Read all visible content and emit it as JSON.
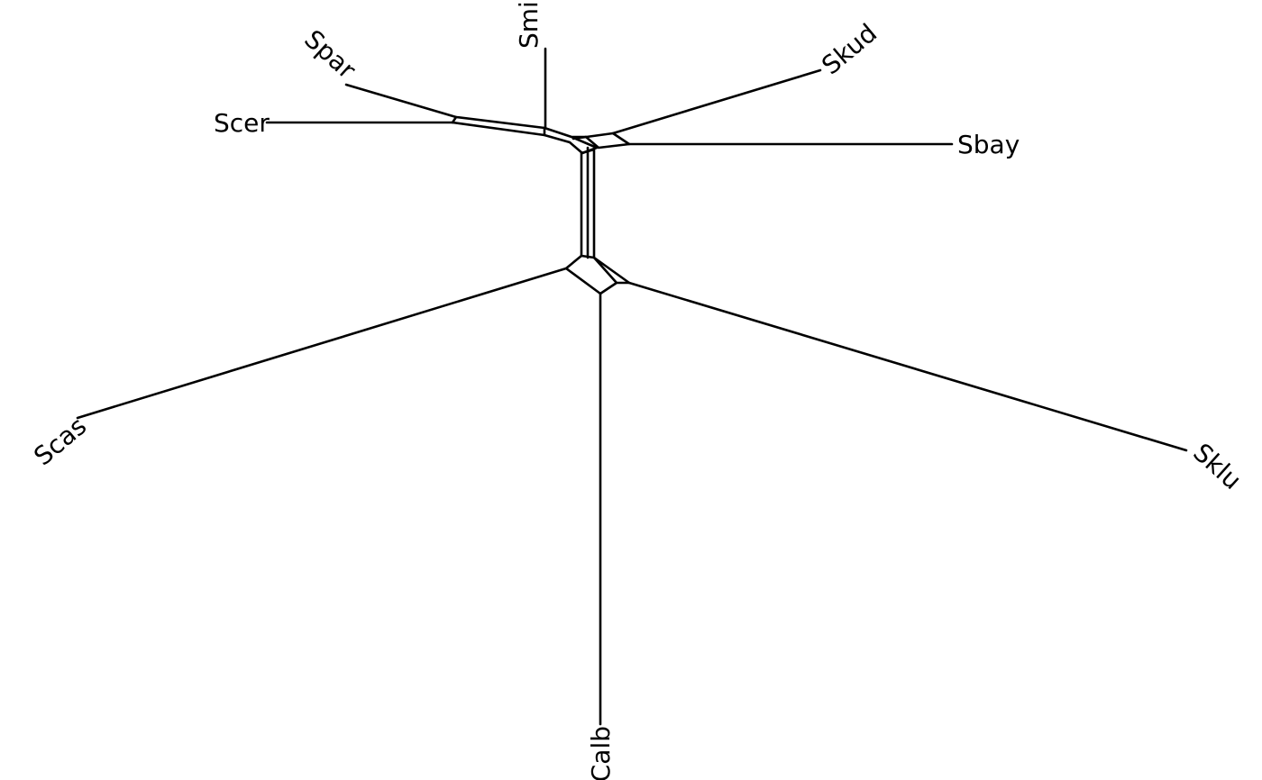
{
  "network": {
    "taxa": [
      {
        "id": "skud",
        "label": "Skud"
      },
      {
        "id": "spar",
        "label": "Spar"
      },
      {
        "id": "scer",
        "label": "Scer"
      },
      {
        "id": "smik",
        "label": "Smik"
      },
      {
        "id": "sbay",
        "label": "Sbay"
      },
      {
        "id": "scas",
        "label": "Scas"
      },
      {
        "id": "sklu",
        "label": "Sklu"
      },
      {
        "id": "calb",
        "label": "Calb"
      }
    ]
  },
  "colors": {
    "line": "#000000",
    "background": "#ffffff"
  }
}
